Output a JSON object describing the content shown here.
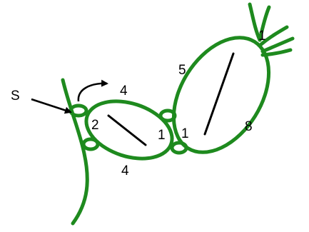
{
  "labels": {
    "start": "S",
    "ring_top_count": "4",
    "ring_left_count": "2",
    "ring_inner_count": "1",
    "ring_bottom_count": "4",
    "chain_left_count": "1",
    "chain_top_count": "5",
    "chain_right_count": "8",
    "top_fringe_count": "1"
  },
  "colors": {
    "thread": "#1e8a1e",
    "ink": "#000000",
    "background": "#ffffff"
  },
  "icons": {
    "start_pointer": "arrow-right-icon",
    "direction": "curved-arrow-icon"
  }
}
